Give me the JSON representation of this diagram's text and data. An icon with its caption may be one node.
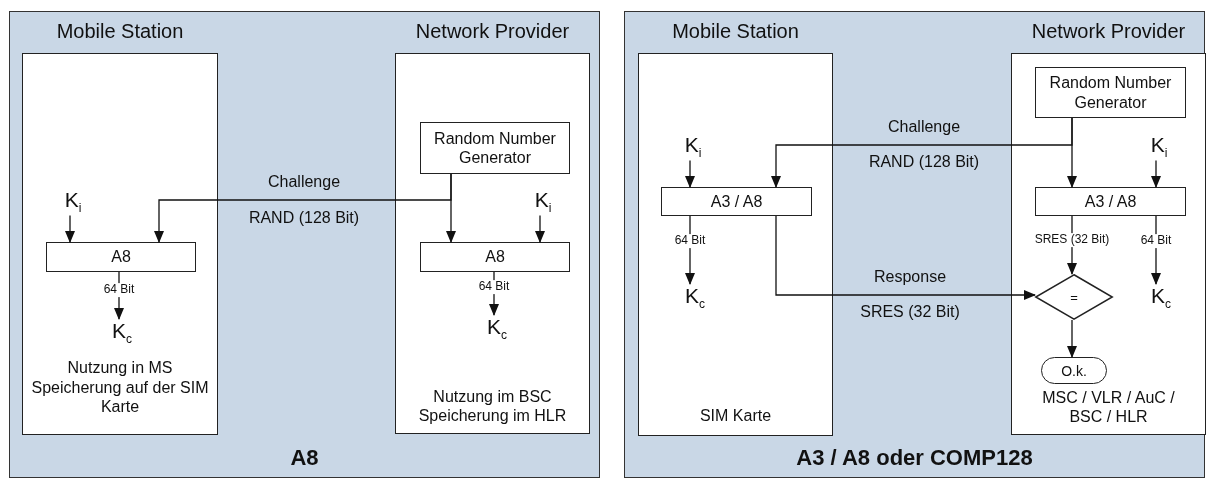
{
  "diagram": {
    "nodes": [
      {
        "text": [
          "A8"
        ]
      },
      {
        "text": [
          "Mobile Station",
          "Nutzung in MS Speicherung auf der SIM Karte"
        ],
        "in": 0
      },
      {
        "text": [
          "Network Provider",
          "Nutzung im BSC Speicherung im HLR"
        ],
        "in": 0
      },
      {
        "text": [
          "Random Number Generator"
        ],
        "in": 2
      },
      {
        "text": [
          "A8"
        ],
        "in": 1
      },
      {
        "text": [
          "A8"
        ],
        "in": 2
      },
      {
        "text": [
          "K$_{i}$"
        ],
        "in": 1
      },
      {
        "text": [
          "K$_{c}$"
        ],
        "in": 1
      },
      {
        "text": [
          "K$_{i}$"
        ],
        "in": 2
      },
      {
        "text": [
          "K$_{c}$"
        ],
        "in": 2
      },
      {
        "text": [
          "A3 / A8 oder COMP128"
        ]
      },
      {
        "text": [
          "Mobile Station",
          "SIM Karte"
        ],
        "in": 10
      },
      {
        "text": [
          "Network Provider",
          "MSC / VLR / AuC / BSC / HLR"
        ],
        "in": 10
      },
      {
        "text": [
          "Random Number Generator"
        ],
        "in": 12
      },
      {
        "text": [
          "A3 / A8"
        ],
        "in": 11
      },
      {
        "text": [
          "A3 / A8"
        ],
        "in": 12
      },
      {
        "text": [
          "K$_{i}$"
        ],
        "in": 11
      },
      {
        "text": [
          "K$_{c}$"
        ],
        "in": 11
      },
      {
        "text": [
          "K$_{i}$"
        ],
        "in": 12
      },
      {
        "text": [
          "K$_{c}$"
        ],
        "in": 12
      },
      {
        "text": [
          "="
        ],
        "in": 12
      },
      {
        "text": [
          "O.k."
        ],
        "in": 12
      }
    ],
    "edges": [
      {
        "from": 6,
        "to": 4,
        "arrow": "to"
      },
      {
        "from": 4,
        "to": 7,
        "arrow": "to",
        "label": "64 Bit"
      },
      {
        "from": 3,
        "to": 5,
        "arrow": "to"
      },
      {
        "from": 3,
        "to": 4,
        "arrow": "to",
        "label": "Challenge"
      },
      {
        "from": 8,
        "to": 5,
        "arrow": "to"
      },
      {
        "from": 5,
        "to": 9,
        "arrow": "to",
        "label": "64 Bit"
      },
      {
        "from": 16,
        "to": 14,
        "arrow": "to"
      },
      {
        "from": 14,
        "to": 17,
        "arrow": "to",
        "label": "64 Bit"
      },
      {
        "from": 13,
        "to": 15,
        "arrow": "to"
      },
      {
        "from": 13,
        "to": 14,
        "arrow": "to",
        "label": "Challenge"
      },
      {
        "from": 18,
        "to": 15,
        "arrow": "to"
      },
      {
        "from": 15,
        "to": 20,
        "arrow": "to",
        "label": "SRES (32 Bit)"
      },
      {
        "from": 15,
        "to": 19,
        "arrow": "to",
        "label": "64 Bit"
      },
      {
        "from": 14,
        "to": 20,
        "arrow": "to",
        "label": "Response"
      },
      {
        "from": 20,
        "to": 21,
        "arrow": "to"
      }
    ],
    "labels": [
      "RAND (128 Bit)",
      "RAND (128 Bit)",
      "SRES (32 Bit)"
    ]
  }
}
